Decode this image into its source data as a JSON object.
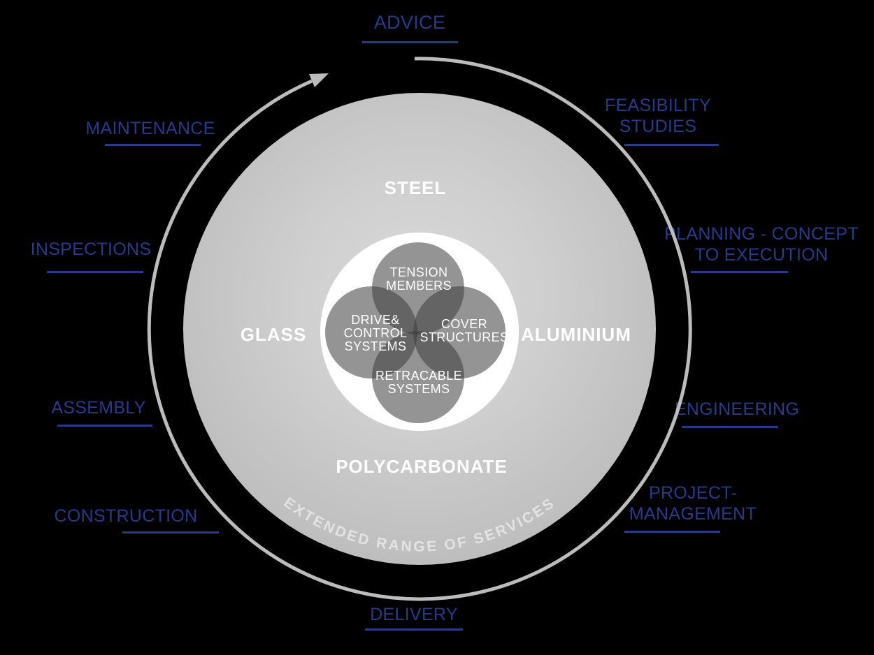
{
  "colors": {
    "accent_blue": "#283A8C",
    "arc_gray": "#bcbcbc",
    "disc_gray_center": "#dadadb",
    "disc_gray_edge": "#b3b3b4",
    "petal_gray": "rgba(60,60,60,0.55)",
    "background": "#000000"
  },
  "outer_ring": {
    "curved_text": "EXTENDED RANGE OF SERVICES",
    "services": [
      {
        "id": "advice",
        "lines": [
          "ADVICE"
        ]
      },
      {
        "id": "feasibility-studies",
        "lines": [
          "FEASIBILITY",
          "STUDIES"
        ]
      },
      {
        "id": "planning-concept-to-execution",
        "lines": [
          "PLANNING - CONCEPT",
          "TO EXECUTION"
        ]
      },
      {
        "id": "engineering",
        "lines": [
          "ENGINEERING"
        ]
      },
      {
        "id": "project-management",
        "lines": [
          "PROJECT-",
          "MANAGEMENT"
        ]
      },
      {
        "id": "delivery",
        "lines": [
          "DELIVERY"
        ]
      },
      {
        "id": "construction",
        "lines": [
          "CONSTRUCTION"
        ]
      },
      {
        "id": "assembly",
        "lines": [
          "ASSEMBLY"
        ]
      },
      {
        "id": "inspections",
        "lines": [
          "INSPECTIONS"
        ]
      },
      {
        "id": "maintenance",
        "lines": [
          "MAINTENANCE"
        ]
      }
    ]
  },
  "materials": [
    {
      "id": "steel",
      "label": "STEEL"
    },
    {
      "id": "glass",
      "label": "GLASS"
    },
    {
      "id": "aluminium",
      "label": "ALUMINIUM"
    },
    {
      "id": "polycarbonate",
      "label": "POLYCARBONATE"
    }
  ],
  "products": [
    {
      "id": "tension-members",
      "lines": [
        "TENSION",
        "MEMBERS"
      ]
    },
    {
      "id": "drive-control-systems",
      "lines": [
        "DRIVE&",
        "CONTROL",
        "SYSTEMS"
      ]
    },
    {
      "id": "cover-structures",
      "lines": [
        "COVER",
        "STRUCTURES"
      ]
    },
    {
      "id": "retracable-systems",
      "lines": [
        "RETRACABLE",
        "SYSTEMS"
      ]
    }
  ]
}
